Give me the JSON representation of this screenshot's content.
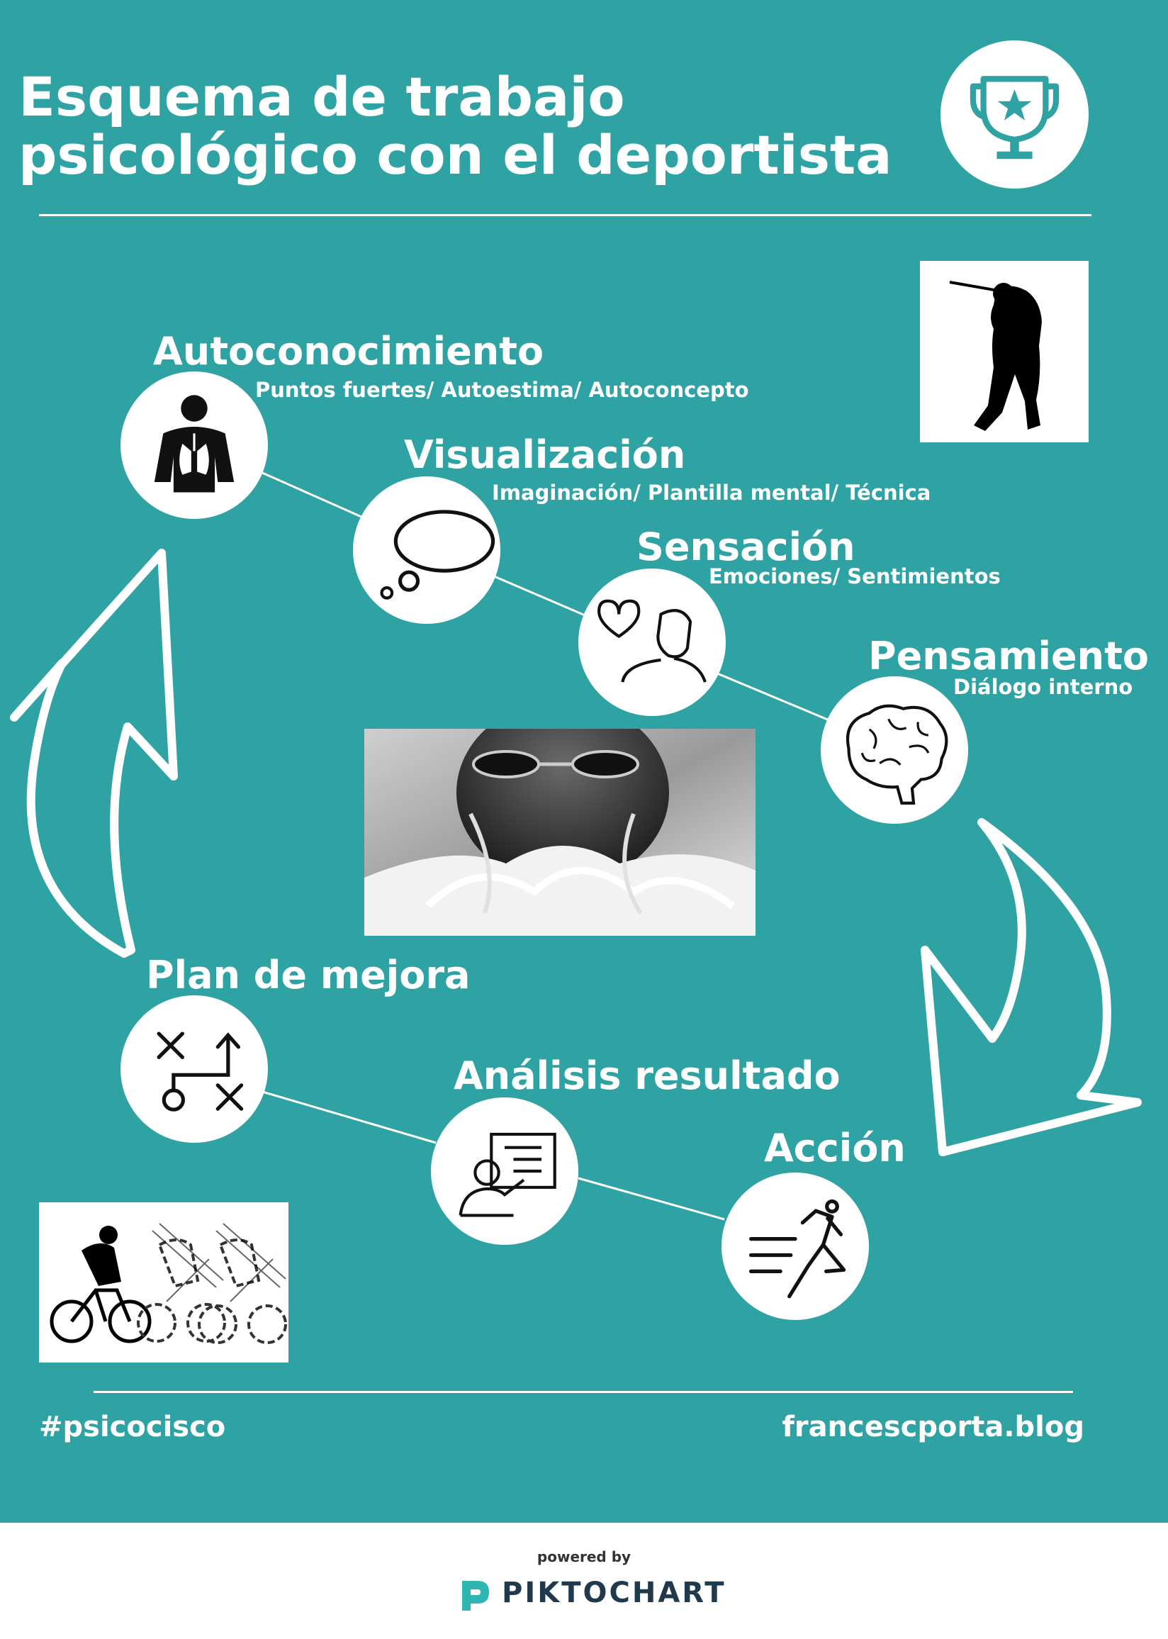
{
  "title": {
    "line1": "Esquema de trabajo",
    "line2": "psicológico con el deportista"
  },
  "steps": [
    {
      "title": "Autoconocimiento",
      "subtitle": "Puntos fuertes/ Autoestima/ Autoconcepto",
      "icon": "body-lungs-icon"
    },
    {
      "title": "Visualización",
      "subtitle": "Imaginación/ Plantilla mental/ Técnica",
      "icon": "thought-bubble-icon"
    },
    {
      "title": "Sensación",
      "subtitle": "Emociones/ Sentimientos",
      "icon": "heart-person-icon"
    },
    {
      "title": "Pensamiento",
      "subtitle": "Diálogo interno",
      "icon": "brain-icon"
    },
    {
      "title": "Acción",
      "subtitle": "",
      "icon": "running-person-icon"
    },
    {
      "title": "Análisis resultado",
      "subtitle": "",
      "icon": "presentation-board-icon"
    },
    {
      "title": "Plan de mejora",
      "subtitle": "",
      "icon": "strategy-play-icon"
    }
  ],
  "images": [
    "golfer-silhouette",
    "swimmer-photo",
    "cyclists-illustration"
  ],
  "header_icon": "trophy-star-icon",
  "footer": {
    "hashtag": "#psicocisco",
    "website": "francescporta.blog"
  },
  "branding": {
    "powered_by": "powered by",
    "name": "PIKTOCHART"
  },
  "colors": {
    "background": "#2fa3a3",
    "text": "#ffffff",
    "icon": "#111111",
    "brand": "#1f3a4d",
    "brand_accent": "#2fb6b2"
  }
}
